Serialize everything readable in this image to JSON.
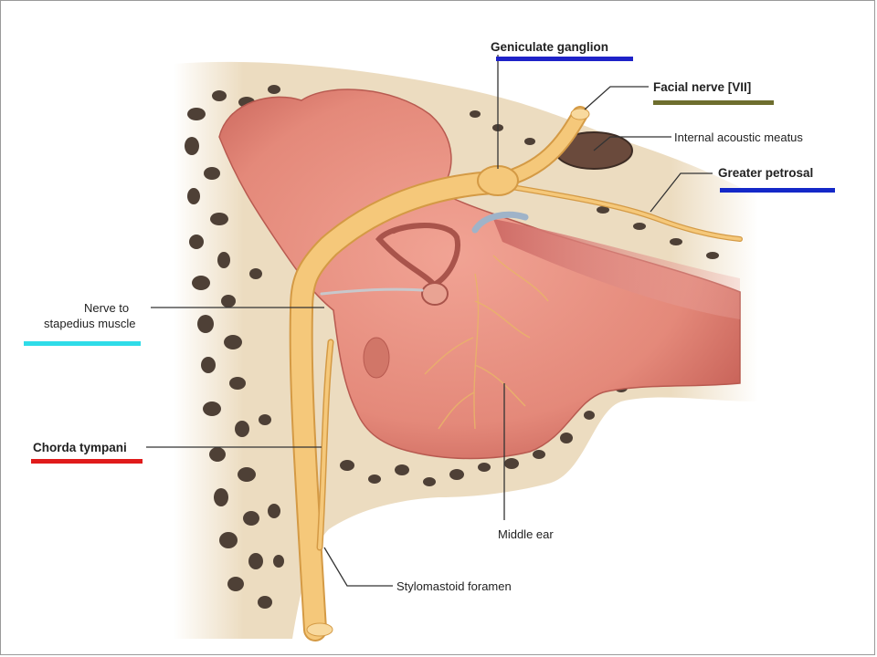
{
  "labels": {
    "geniculate_ganglion": "Geniculate ganglion",
    "facial_nerve": "Facial nerve [VII]",
    "internal_acoustic_meatus": "Internal acoustic meatus",
    "greater_petrosal": "Greater petrosal",
    "nerve_to_stapedius_line1": "Nerve to",
    "nerve_to_stapedius_line2": "stapedius muscle",
    "chorda_tympani": "Chorda tympani",
    "middle_ear": "Middle ear",
    "stylomastoid_foramen": "Stylomastoid foramen"
  },
  "colors": {
    "bone": "#ecdcc0",
    "bone_cavity": "#4e4036",
    "mucosa": "#e4897a",
    "mucosa_dark": "#c9645a",
    "nerve": "#f5c87a",
    "nerve_outline": "#d49a45",
    "underline_geniculate": "#1e22c8",
    "underline_facial": "#6e6e2e",
    "underline_greater_petrosal": "#1428c8",
    "underline_stapedius": "#2fdce8",
    "underline_chorda": "#e01b1b"
  }
}
